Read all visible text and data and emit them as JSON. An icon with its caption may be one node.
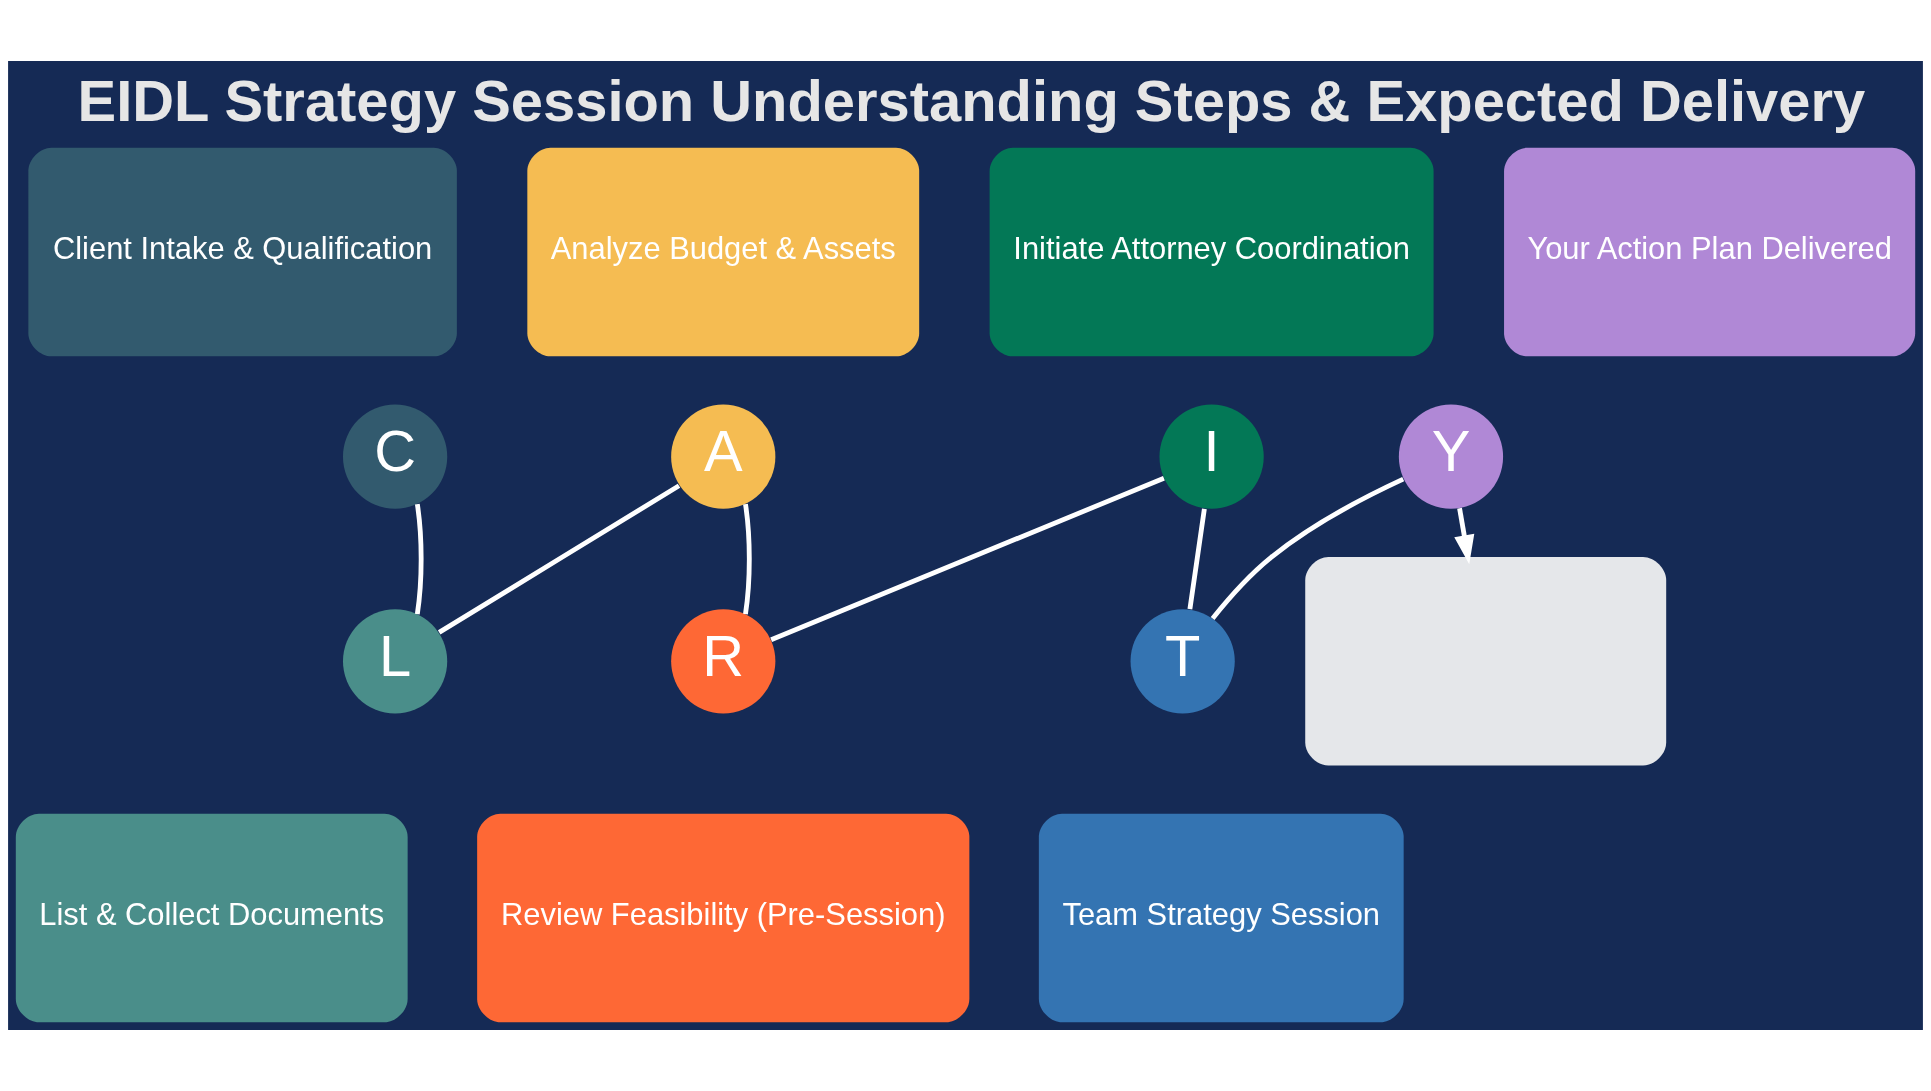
{
  "diagram": {
    "title": "EIDL Strategy Session Understanding Steps & Expected Delivery",
    "nodes": [
      {
        "text": [
          "Client Intake & Qualification"
        ]
      },
      {
        "text": [
          "C"
        ]
      },
      {
        "text": [
          "Analyze Budget & Assets"
        ]
      },
      {
        "text": [
          "A"
        ]
      },
      {
        "text": [
          "Initiate Attorney Coordination"
        ]
      },
      {
        "text": [
          "I"
        ]
      },
      {
        "text": [
          "Your Action Plan Delivered"
        ]
      },
      {
        "text": [
          "Y"
        ]
      },
      {
        "text": [
          "L"
        ]
      },
      {
        "text": [
          "List & Collect Documents"
        ]
      },
      {
        "text": [
          "R"
        ]
      },
      {
        "text": [
          "Review Feasibility (Pre-Session)"
        ]
      },
      {
        "text": [
          "T"
        ]
      },
      {
        "text": [
          "Team Strategy Session"
        ]
      },
      {
        "text": [],
        "shape": "box"
      }
    ],
    "edges": [
      {
        "from": 1,
        "to": 8,
        "arrow": "none"
      },
      {
        "from": 8,
        "to": 3,
        "arrow": "none"
      },
      {
        "from": 3,
        "to": 10,
        "arrow": "none"
      },
      {
        "from": 10,
        "to": 5,
        "arrow": "none"
      },
      {
        "from": 5,
        "to": 12,
        "arrow": "none"
      },
      {
        "from": 12,
        "to": 7,
        "arrow": "none"
      },
      {
        "from": 7,
        "to": 14,
        "arrow": "to"
      }
    ]
  }
}
